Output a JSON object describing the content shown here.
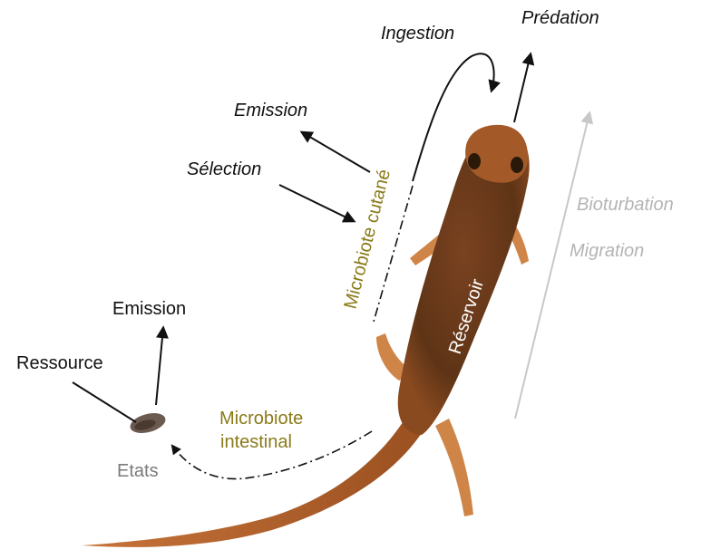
{
  "labels": {
    "ingestion": "Ingestion",
    "predation": "Prédation",
    "emission_top": "Emission",
    "selection": "Sélection",
    "microbiote_cutane": "Microbiote cutané",
    "bioturbation": "Bioturbation",
    "migration": "Migration",
    "reservoir": "Réservoir",
    "emission_left": "Emission",
    "ressource": "Ressource",
    "microbiote_intestinal_line1": "Microbiote",
    "microbiote_intestinal_line2": "intestinal",
    "etats": "Etats"
  },
  "colors": {
    "text_dark": "#111111",
    "text_olive": "#8a7a18",
    "text_grey": "#b4b4b4",
    "text_etats": "#7a7a7a",
    "arrow_dark": "#111111",
    "arrow_grey": "#c8c8c8",
    "body_main": "#8a4a20",
    "body_dark": "#5c2f12",
    "body_light": "#c8743a",
    "limb": "#d08548",
    "rock": "#6a5a50"
  },
  "icons": {
    "animal": "newt-illustration",
    "resource": "pebble-icon"
  }
}
